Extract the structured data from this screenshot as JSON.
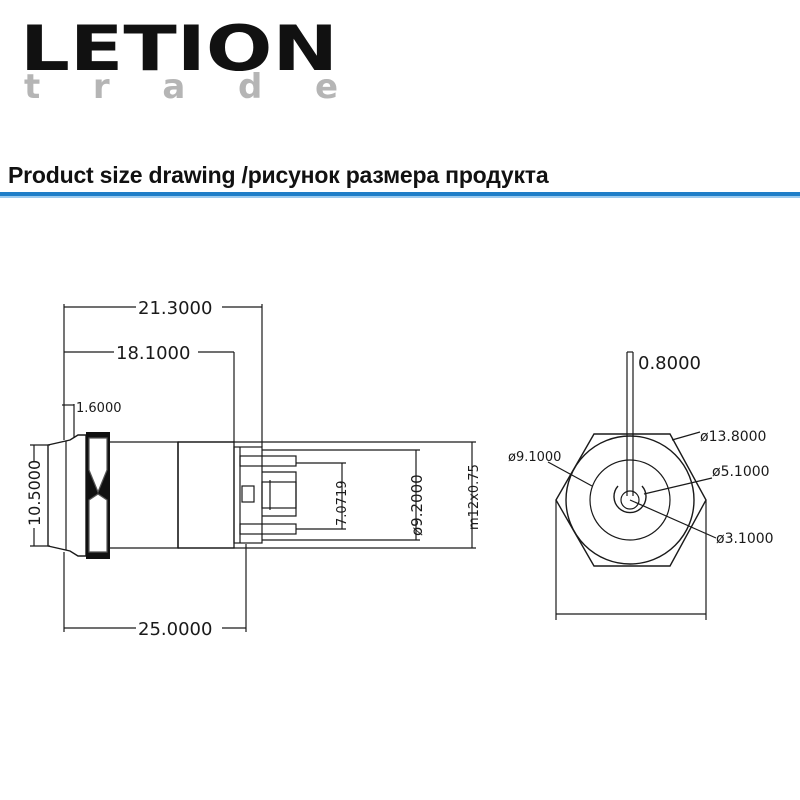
{
  "brand": {
    "name": "LETION",
    "tagline": "trade",
    "text_color": "#111111",
    "tagline_color": "#b5b5b5"
  },
  "heading": {
    "text": "Product size drawing /рисунок размера продукта",
    "rule_color": "#1f7ec8"
  },
  "side_view": {
    "dim_overall_length": "21.3000",
    "dim_body_length": "18.1000",
    "dim_head": "1.6000",
    "dim_head_height": "10.5000",
    "dim_total_length": "25.0000",
    "dim_terminal": "7.0719",
    "dim_body_diameter": "ø9.2000",
    "dim_thread": "m12x0.75"
  },
  "front_view": {
    "dim_top": "0.8000",
    "dim_outer": "ø13.8000",
    "dim_ring": "ø9.1000",
    "dim_inner": "ø5.1000",
    "dim_center": "ø3.1000"
  }
}
